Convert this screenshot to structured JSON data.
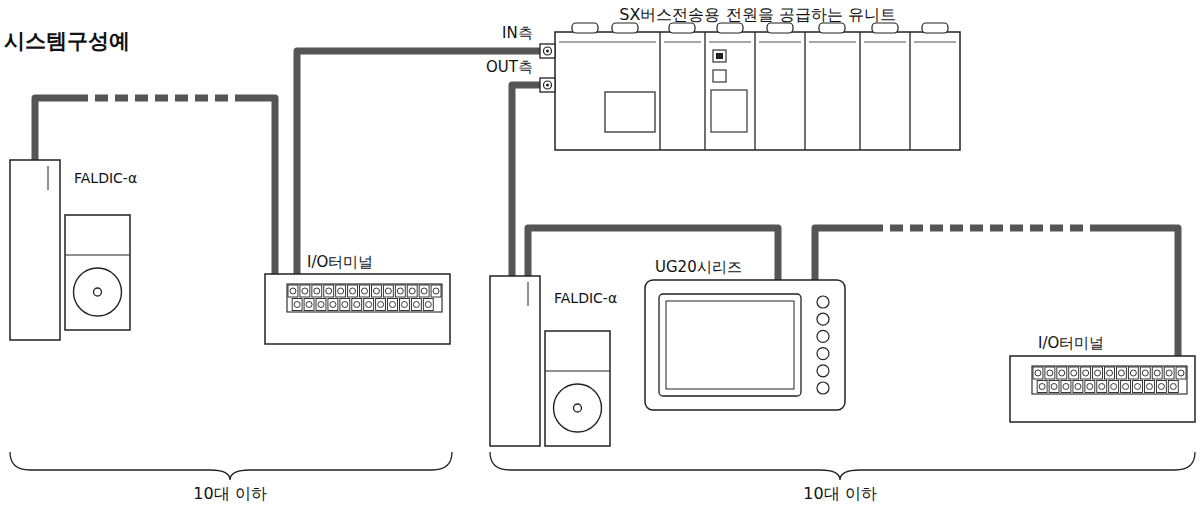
{
  "diagram": {
    "title": "시스템구성예",
    "nodes": [
      {
        "text": [
          "SX버스전송용 전원을 공급하는 유니트"
        ]
      },
      {
        "text": [
          "FALDIC-α"
        ]
      },
      {
        "text": [
          "I/O터미널"
        ]
      },
      {
        "text": [
          "FALDIC-α"
        ]
      },
      {
        "text": [
          "UG20시리즈"
        ]
      },
      {
        "text": [
          "I/O터미널"
        ]
      }
    ],
    "edges": [
      {
        "from": 0,
        "to": 2,
        "arrow": "none"
      },
      {
        "from": 2,
        "to": 1,
        "arrow": "none"
      },
      {
        "from": 0,
        "to": 3,
        "arrow": "none"
      },
      {
        "from": 3,
        "to": 4,
        "arrow": "none"
      },
      {
        "from": 4,
        "to": 5,
        "arrow": "none"
      }
    ],
    "labels": [
      "IN측",
      "OUT측",
      "10대 이하",
      "10대 이하"
    ]
  }
}
